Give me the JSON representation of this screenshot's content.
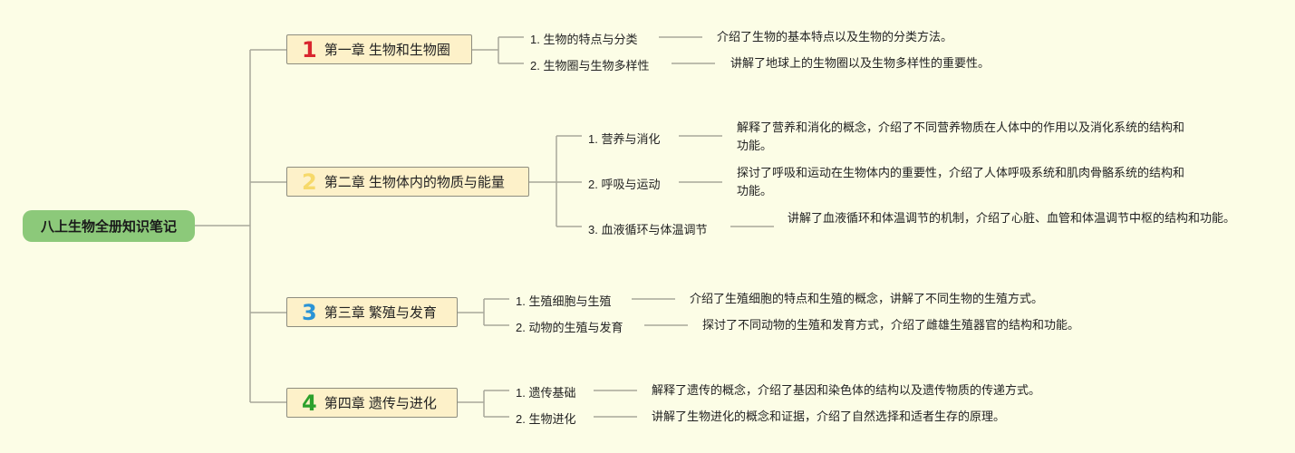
{
  "root": {
    "title": "八上生物全册知识笔记"
  },
  "chapters": [
    {
      "number": "1",
      "number_color": "#d9262f",
      "title": "第一章 生物和生物圈",
      "sections": [
        {
          "title": "1. 生物的特点与分类",
          "desc": "介绍了生物的基本特点以及生物的分类方法。"
        },
        {
          "title": "2. 生物圈与生物多样性",
          "desc": "讲解了地球上的生物圈以及生物多样性的重要性。"
        }
      ]
    },
    {
      "number": "2",
      "number_color": "#f6d96a",
      "title": "第二章 生物体内的物质与能量",
      "sections": [
        {
          "title": "1. 营养与消化",
          "desc": "解释了营养和消化的概念，介绍了不同营养物质在人体中的作用以及消化系统的结构和功能。"
        },
        {
          "title": "2. 呼吸与运动",
          "desc": "探讨了呼吸和运动在生物体内的重要性，介绍了人体呼吸系统和肌肉骨骼系统的结构和功能。"
        },
        {
          "title": "3. 血液循环与体温调节",
          "desc": "讲解了血液循环和体温调节的机制，介绍了心脏、血管和体温调节中枢的结构和功能。"
        }
      ]
    },
    {
      "number": "3",
      "number_color": "#2a93d6",
      "title": "第三章 繁殖与发育",
      "sections": [
        {
          "title": "1. 生殖细胞与生殖",
          "desc": "介绍了生殖细胞的特点和生殖的概念，讲解了不同生物的生殖方式。"
        },
        {
          "title": "2. 动物的生殖与发育",
          "desc": "探讨了不同动物的生殖和发育方式，介绍了雌雄生殖器官的结构和功能。"
        }
      ]
    },
    {
      "number": "4",
      "number_color": "#2ca02c",
      "title": "第四章 遗传与进化",
      "sections": [
        {
          "title": "1. 遗传基础",
          "desc": "解释了遗传的概念，介绍了基因和染色体的结构以及遗传物质的传递方式。"
        },
        {
          "title": "2. 生物进化",
          "desc": "讲解了生物进化的概念和证据，介绍了自然选择和适者生存的原理。"
        }
      ]
    }
  ]
}
